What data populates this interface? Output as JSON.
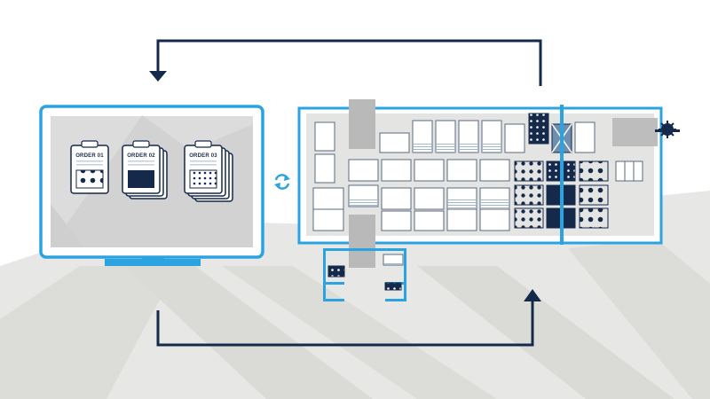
{
  "colors": {
    "navy": "#15294b",
    "blue": "#2ba3e0",
    "ground": "#e6e6e4",
    "ground_dark": "#d6d6d3",
    "screen": "#dedede",
    "gray_box": "#b9b9b9",
    "white": "#ffffff"
  },
  "monitor": {
    "orders": [
      {
        "label": "ORDER 01",
        "pattern": "large-dots"
      },
      {
        "label": "ORDER 02",
        "pattern": "solid-navy"
      },
      {
        "label": "ORDER 03",
        "pattern": "small-dots"
      }
    ]
  },
  "icons": {
    "sync": "sync-arrows-icon",
    "saw": "circular-saw-icon"
  }
}
